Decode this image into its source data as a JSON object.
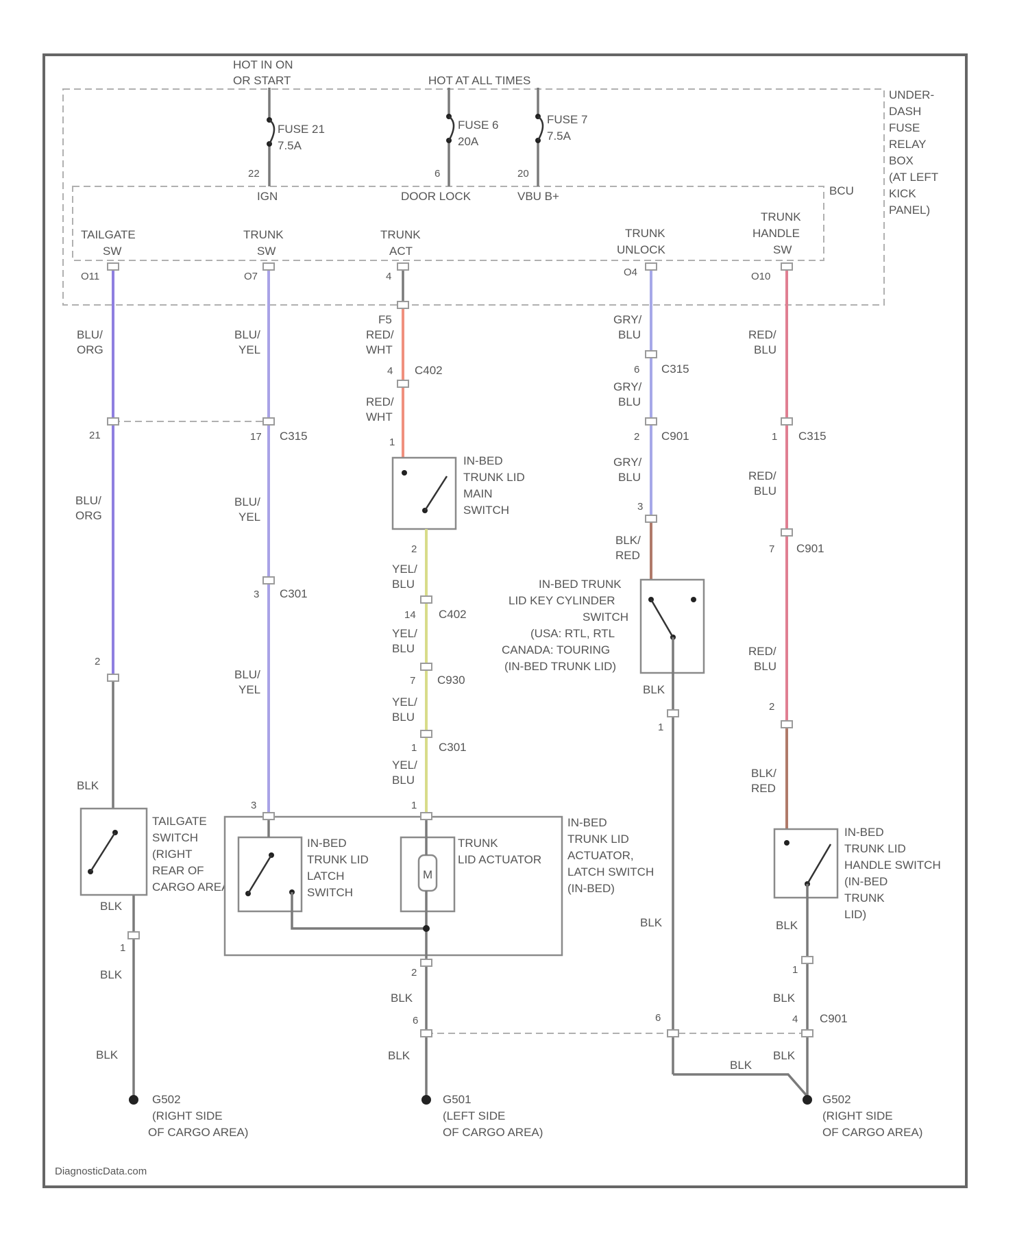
{
  "colors": {
    "blu_org": "#8f7fe0",
    "blu_yel": "#a9a3e6",
    "red_wht": "#f0907e",
    "yel_blu": "#d8dc8a",
    "gry_blu": "#a6a8e8",
    "red_blu": "#e07f92",
    "blk": "#7a7a7a",
    "blk_red": "#b07a6a"
  },
  "power": {
    "hot_run": [
      "HOT IN ON",
      "OR START"
    ],
    "hot_all": "HOT AT ALL TIMES",
    "fuse21": [
      "FUSE 21",
      "7.5A"
    ],
    "fuse6": [
      "FUSE 6",
      "20A"
    ],
    "fuse7": [
      "FUSE 7",
      "7.5A"
    ],
    "pin_22": "22",
    "pin_6": "6",
    "pin_20": "20",
    "lbl_ign": "IGN",
    "lbl_door_lock": "DOOR LOCK",
    "lbl_vbu": "VBU B+"
  },
  "fuse_box": [
    "UNDER-",
    "DASH",
    "FUSE",
    "RELAY",
    "BOX",
    "(AT LEFT",
    "KICK",
    "PANEL)"
  ],
  "bcu": "BCU",
  "bcu_pins": {
    "tailgate": [
      "TAILGATE",
      "SW"
    ],
    "trunk_sw": [
      "TRUNK",
      "SW"
    ],
    "trunk_act": [
      "TRUNK",
      "ACT"
    ],
    "trunk_unlock": [
      "TRUNK",
      "UNLOCK"
    ],
    "trunk_handle": [
      "TRUNK",
      "HANDLE",
      "SW"
    ]
  },
  "pins": {
    "p_o11": "O11",
    "p_o7": "O7",
    "p_4": "4",
    "p_o4": "O4",
    "p_o10": "O10"
  },
  "wires": {
    "blu_org": [
      "BLU/",
      "ORG"
    ],
    "blu_yel": [
      "BLU/",
      "YEL"
    ],
    "f5_red_wht": [
      "F5",
      "RED/",
      "WHT"
    ],
    "red_wht": [
      "RED/",
      "WHT"
    ],
    "yel_blu": [
      "YEL/",
      "BLU"
    ],
    "gry_blu": [
      "GRY/",
      "BLU"
    ],
    "red_blu": [
      "RED/",
      "BLU"
    ],
    "blk_red": [
      "BLK/",
      "RED"
    ],
    "blk": "BLK"
  },
  "connectors": {
    "c402": "C402",
    "c315": "C315",
    "c930": "C930",
    "c301": "C301",
    "c901": "C901"
  },
  "pin_nums": {
    "n1": "1",
    "n2": "2",
    "n3": "3",
    "n4": "4",
    "n6": "6",
    "n7": "7",
    "n14": "14",
    "n21": "21",
    "n17": "17"
  },
  "components": {
    "main_switch": [
      "IN-BED",
      "TRUNK LID",
      "MAIN",
      "SWITCH"
    ],
    "key_cyl": [
      "IN-BED TRUNK",
      "LID KEY CYLINDER",
      "SWITCH",
      "(USA: RTL, RTL",
      "CANADA: TOURING",
      "(IN-BED TRUNK LID)"
    ],
    "tailgate_sw": [
      "TAILGATE",
      "SWITCH",
      "(RIGHT",
      "REAR OF",
      "CARGO AREA)"
    ],
    "latch_sw": [
      "IN-BED",
      "TRUNK LID",
      "LATCH",
      "SWITCH"
    ],
    "actuator": [
      "TRUNK",
      "LID ACTUATOR"
    ],
    "act_assy": [
      "IN-BED",
      "TRUNK LID",
      "ACTUATOR,",
      "LATCH SWITCH",
      "(IN-BED)"
    ],
    "motor": "M",
    "handle_sw": [
      "IN-BED",
      "TRUNK LID",
      "HANDLE SWITCH",
      "(IN-BED",
      "TRUNK",
      "LID)"
    ]
  },
  "grounds": {
    "g1": [
      "G502",
      "(RIGHT SIDE",
      "OF CARGO AREA)"
    ],
    "g2": [
      "G501",
      "(LEFT SIDE",
      "OF CARGO AREA)"
    ],
    "g3": [
      "G502",
      "(RIGHT SIDE",
      "OF CARGO AREA)"
    ]
  },
  "footer": "DiagnosticData.com"
}
